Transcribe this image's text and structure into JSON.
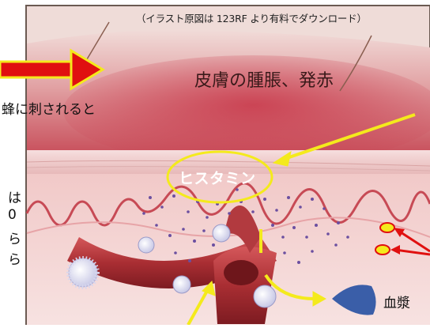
{
  "caption": "（イラスト原図は 123RF より有料でダウンロード）",
  "swelling_label": "皮膚の腫脹、発赤",
  "sting_label": "蜂に刺されると",
  "histamine_label": "ヒスタミン",
  "plasma_label": "血漿",
  "left_text_fragments": [
    "は",
    "0",
    "ら",
    "ら"
  ],
  "colors": {
    "skin_top": "#e9c7c5",
    "skin_mid": "#c8505a",
    "dermis": "#f3d9d8",
    "vessel": "#b33a3f",
    "arrow_red": "#e01010",
    "arrow_yellow": "#f4ea1c",
    "plasma_blob": "#3a5ea8"
  }
}
